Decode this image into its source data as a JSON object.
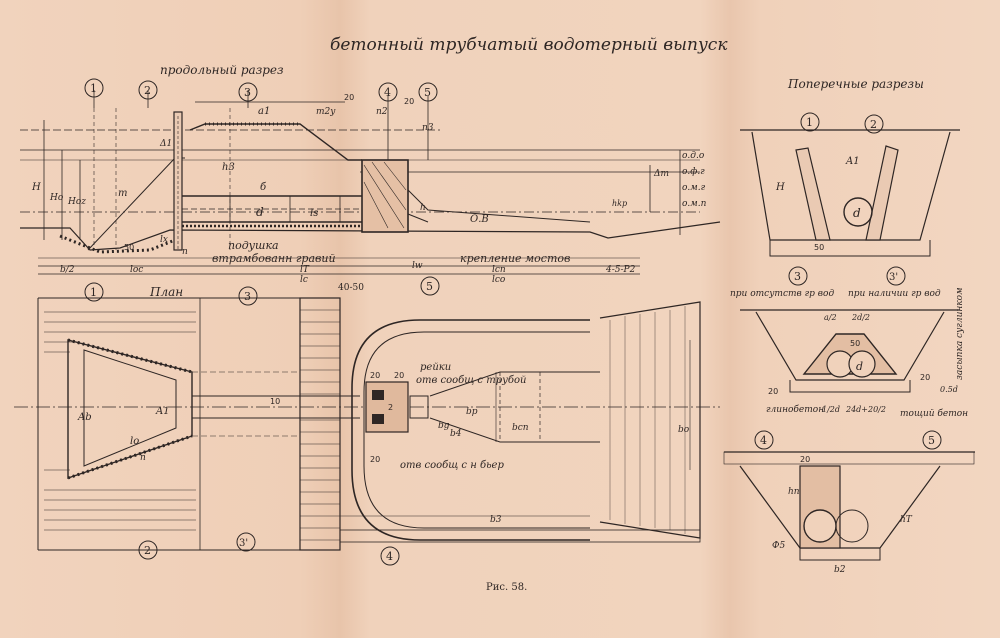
{
  "title": "бетонный трубчатый водотерный выпуск",
  "sections": {
    "longitudinal": "продольный разрез",
    "plan": "План",
    "cross": "Поперечные разрезы"
  },
  "markers": {
    "m1": "1",
    "m2": "2",
    "m3": "3",
    "m4": "4",
    "m5": "5",
    "m3p": "3'",
    "m40": "40-50"
  },
  "longitudinal_labels": {
    "a1": "a1",
    "m2y": "m2y",
    "n2": "n2",
    "n3": "n3",
    "d20a": "20",
    "d20b": "20",
    "H": "H",
    "Ho": "Ho",
    "Hoz": "Hoz",
    "m": "m",
    "delta1": "Δ1",
    "h3": "h3",
    "delta": "б",
    "d": "d",
    "ls": "ls",
    "d50": "50",
    "n": "n",
    "lx": "lx",
    "podushka": "подушка",
    "gravel": "втрамбованн гравий",
    "b2": "b/2",
    "loc": "loc",
    "lc": "lc",
    "lT": "lT",
    "lw": "lw",
    "OB": "О.В",
    "bridge": "крепление мостов",
    "lcn": "lcn",
    "lco": "lco",
    "range": "4-5-P2",
    "hkp": "hkp",
    "deltaT": "Δт",
    "odo": "о.д.о",
    "ofg": "о.ф.г",
    "omg": "о.м.г",
    "omn": "о.м.п",
    "h": "h"
  },
  "plan_labels": {
    "reiki": "рейки",
    "otv_trub": "отв сообщ с трубой",
    "otv_ver": "отв сообщ с н бьер",
    "d20a": "20",
    "d20b": "20",
    "d20c": "20",
    "d2": "2",
    "A1": "A1",
    "Ab": "Ab",
    "lo": "lo",
    "n": "n",
    "l0": "10",
    "bg": "bg",
    "bcn": "bcn",
    "bo": "bo",
    "b3": "b3",
    "b4": "b4",
    "bp": "bp"
  },
  "cross_labels": {
    "no_water": "при отсутств гр вод",
    "with_water": "при наличии гр вод",
    "clay_side": "засыпка суглинком",
    "clay_concrete": "глинобетон",
    "lean_concrete": "тощий бетон",
    "a2": "a/2",
    "d2": "2d/2",
    "d12": "1/2d",
    "d24": "24d+20/2",
    "d50": "50",
    "d": "d",
    "z20": "20",
    "z20b": "20",
    "d05": "0.5d",
    "H": "H",
    "A1": "A1",
    "d50b": "50",
    "hn": "hn",
    "hT": "hT",
    "b2": "b2",
    "d5": "Ф5",
    "d20c": "20"
  },
  "caption": "Рис. 58."
}
